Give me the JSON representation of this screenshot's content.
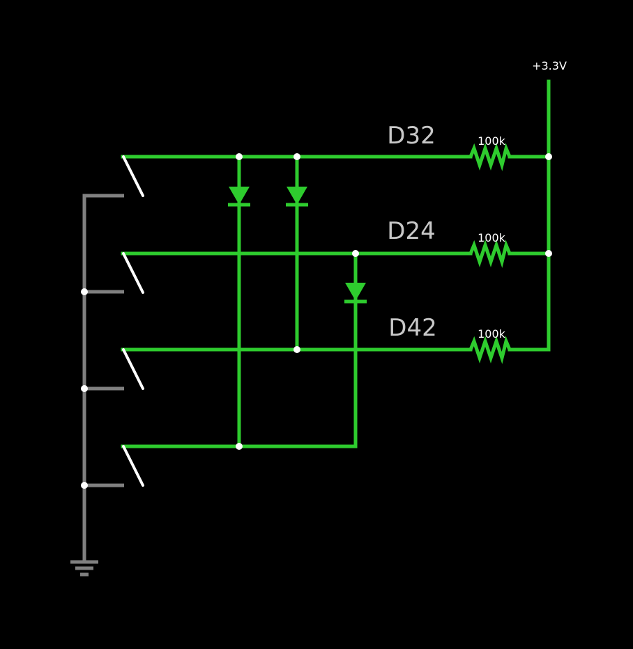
{
  "supply": {
    "label": "+3.3V"
  },
  "nets": [
    {
      "label": "D32"
    },
    {
      "label": "D24"
    },
    {
      "label": "D42"
    }
  ],
  "resistors": [
    {
      "label": "100k"
    },
    {
      "label": "100k"
    },
    {
      "label": "100k"
    }
  ],
  "colors": {
    "wire": "#2ecc2e",
    "ground_wire": "#808080",
    "switch": "#ffffff",
    "junction": "#ffffff",
    "background": "#000000",
    "net_label": "#c8c8c8"
  }
}
